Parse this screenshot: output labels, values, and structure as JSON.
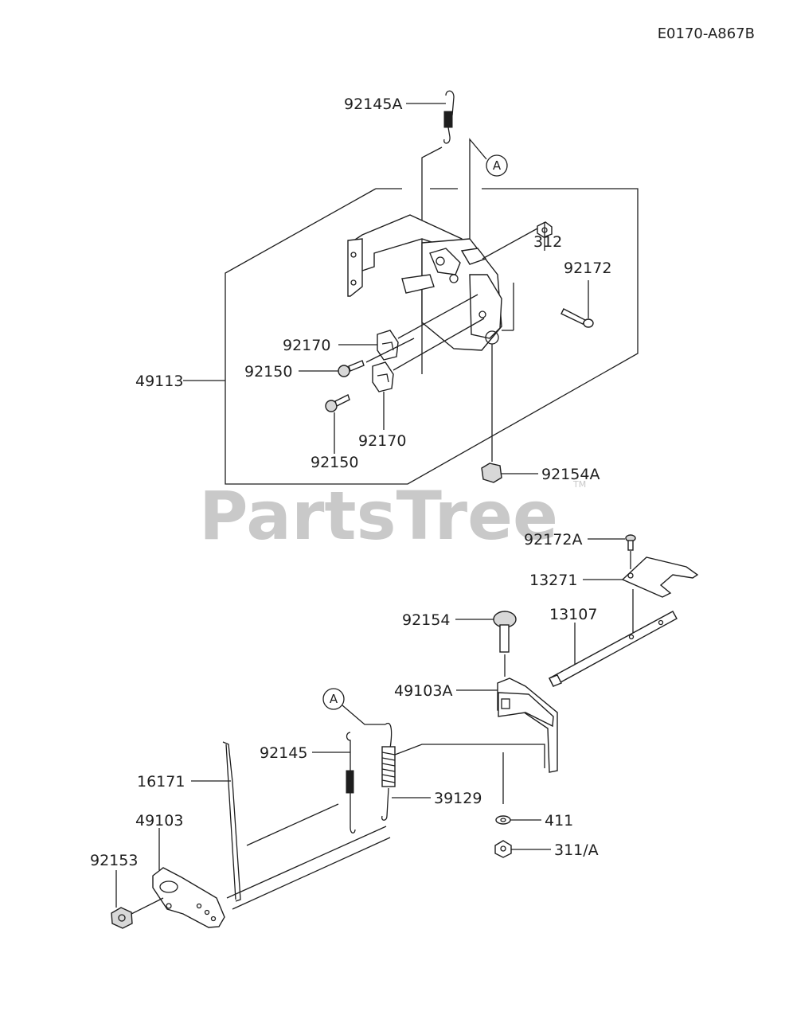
{
  "diagram_code": "E0170-A867B",
  "watermark": {
    "text": "PartsTree",
    "trademark": "TM"
  },
  "callouts": {
    "a_top": "A",
    "a_bottom": "A"
  },
  "parts": {
    "p92145A": "92145A",
    "p312": "312",
    "p92172": "92172",
    "p92170_top": "92170",
    "p92150_left": "92150",
    "p49113": "49113",
    "p92170_bottom": "92170",
    "p92150_bottom": "92150",
    "p92154A": "92154A",
    "p92172A": "92172A",
    "p13271": "13271",
    "p92154": "92154",
    "p13107": "13107",
    "p49103A": "49103A",
    "p92145": "92145",
    "p39129": "39129",
    "p16171": "16171",
    "p411": "411",
    "p49103": "49103",
    "p311A": "311/A",
    "p92153": "92153"
  }
}
